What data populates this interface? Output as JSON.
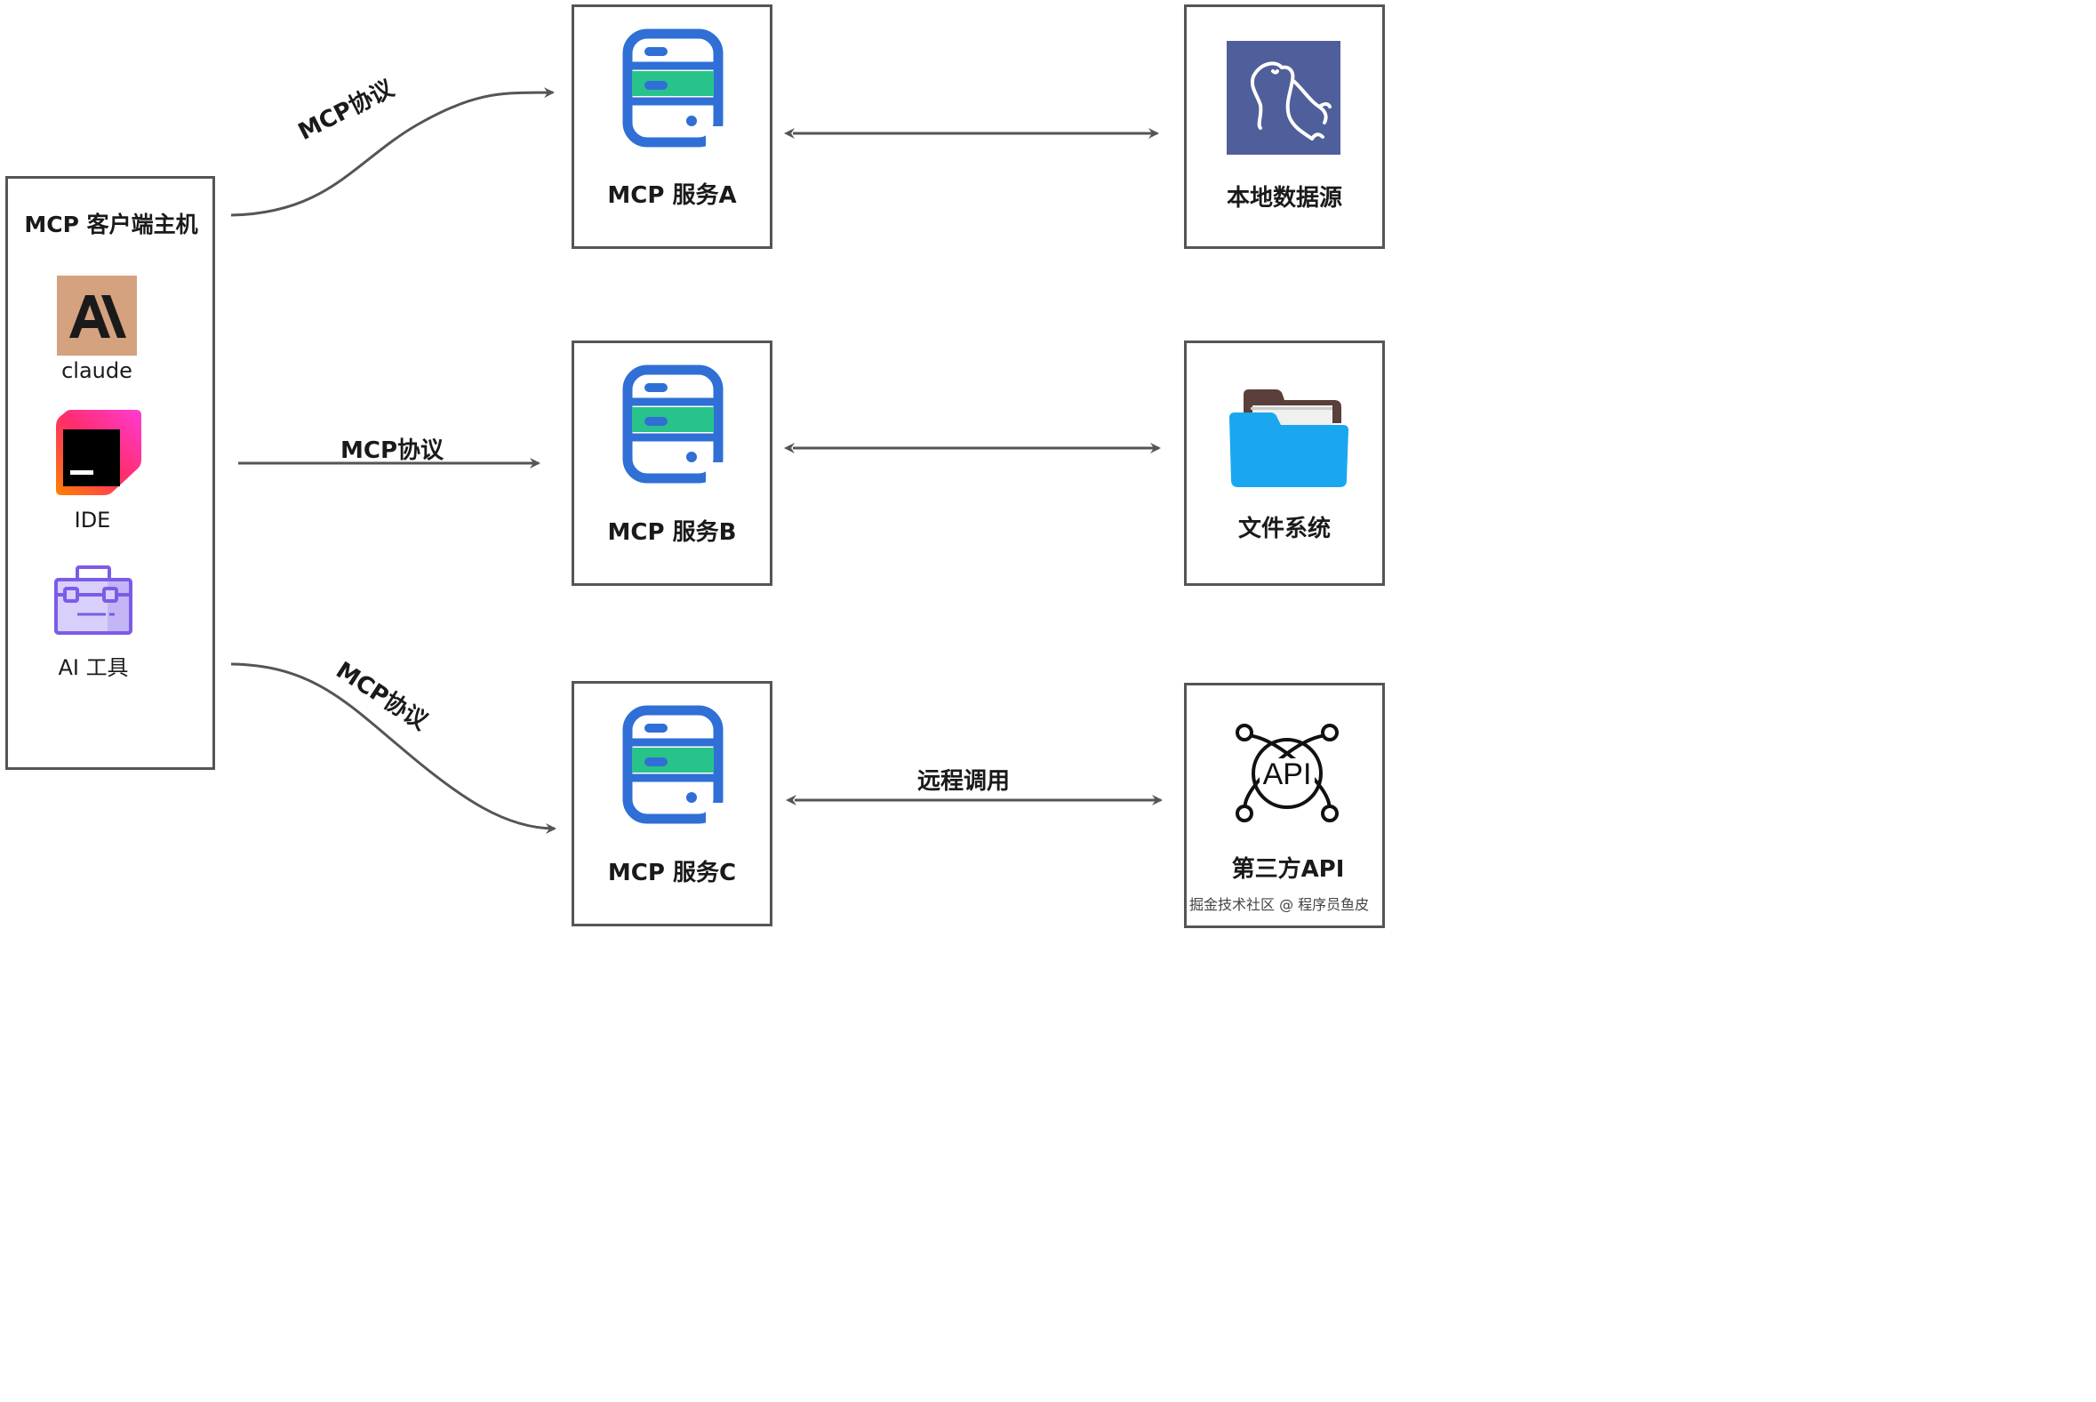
{
  "host": {
    "title": "MCP 客户端主机",
    "apps": [
      {
        "label": "claude",
        "icon": "anthropic-logo-icon"
      },
      {
        "label": "IDE",
        "icon": "jetbrains-ide-icon"
      },
      {
        "label": "AI 工具",
        "icon": "toolbox-icon"
      }
    ]
  },
  "servers": [
    {
      "label": "MCP 服务A",
      "icon": "server-icon"
    },
    {
      "label": "MCP 服务B",
      "icon": "server-icon"
    },
    {
      "label": "MCP 服务C",
      "icon": "server-icon"
    }
  ],
  "resources": [
    {
      "label": "本地数据源",
      "icon": "mysql-dolphin-icon"
    },
    {
      "label": "文件系统",
      "icon": "folder-icon"
    },
    {
      "label": "第三方API",
      "icon": "api-icon"
    }
  ],
  "edges": {
    "host_to_a": "MCP协议",
    "host_to_b": "MCP协议",
    "host_to_c": "MCP协议",
    "c_to_api": "远程调用"
  },
  "watermark": "掘金技术社区 @ 程序员鱼皮",
  "colors": {
    "border": "#555555",
    "server_blue": "#2f6fd6",
    "server_green": "#27c38a",
    "claude_bg": "#d4a27f",
    "mysql_bg": "#4f5f9b",
    "folder_blue": "#1aa7f0"
  }
}
